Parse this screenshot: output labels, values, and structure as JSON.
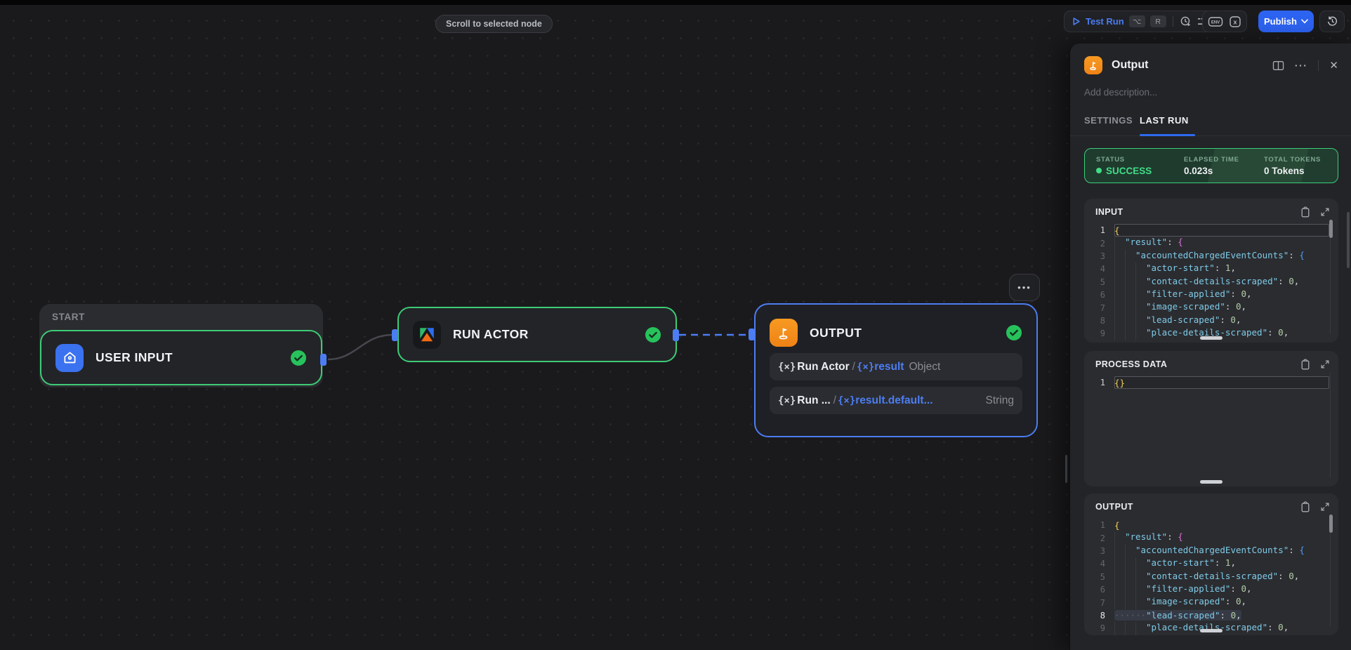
{
  "toast": {
    "label": "Scroll to selected node"
  },
  "toolbar": {
    "test_run_label": "Test Run",
    "shortcut_option": "⌥",
    "shortcut_key": "R",
    "env_label": "ENV",
    "var_label": "x",
    "publish_label": "Publish"
  },
  "canvas": {
    "start_label": "START",
    "user_input_title": "USER INPUT",
    "run_actor_title": "RUN ACTOR",
    "output_title": "OUTPUT",
    "node_menu_dots": "•••",
    "output_mappings": [
      {
        "badge": "{×}",
        "source": "Run Actor",
        "slash": "/",
        "ref_badge": "{×}",
        "ref": "result",
        "type": "Object",
        "type_right": false
      },
      {
        "badge": "{×}",
        "source": "Run ...",
        "slash": "/",
        "ref_badge": "{×}",
        "ref": "result.default...",
        "type": "String",
        "type_right": true
      }
    ]
  },
  "panel": {
    "title": "Output",
    "menu_dots": "···",
    "close_glyph": "✕",
    "description_placeholder": "Add description...",
    "tab_settings": "SETTINGS",
    "tab_last_run": "LAST RUN",
    "status_label": "STATUS",
    "status_value": "SUCCESS",
    "elapsed_label": "ELAPSED TIME",
    "elapsed_value": "0.023s",
    "tokens_label": "TOTAL TOKENS",
    "tokens_value": "0 Tokens"
  },
  "code_blocks": [
    {
      "title": "INPUT",
      "lines": [
        {
          "n": 1,
          "indent": 0,
          "active": true,
          "tokens": [
            [
              "{",
              "b1"
            ]
          ]
        },
        {
          "n": 2,
          "indent": 1,
          "tokens": [
            [
              "\"result\"",
              "k"
            ],
            [
              ": ",
              "p"
            ],
            [
              "{",
              "b2"
            ]
          ]
        },
        {
          "n": 3,
          "indent": 2,
          "tokens": [
            [
              "\"accountedChargedEventCounts\"",
              "k"
            ],
            [
              ": ",
              "p"
            ],
            [
              "{",
              "b3"
            ]
          ]
        },
        {
          "n": 4,
          "indent": 3,
          "tokens": [
            [
              "\"actor-start\"",
              "k"
            ],
            [
              ": ",
              "p"
            ],
            [
              "1",
              "n"
            ],
            [
              ",",
              "p"
            ]
          ]
        },
        {
          "n": 5,
          "indent": 3,
          "tokens": [
            [
              "\"contact-details-scraped\"",
              "k"
            ],
            [
              ": ",
              "p"
            ],
            [
              "0",
              "n"
            ],
            [
              ",",
              "p"
            ]
          ]
        },
        {
          "n": 6,
          "indent": 3,
          "tokens": [
            [
              "\"filter-applied\"",
              "k"
            ],
            [
              ": ",
              "p"
            ],
            [
              "0",
              "n"
            ],
            [
              ",",
              "p"
            ]
          ]
        },
        {
          "n": 7,
          "indent": 3,
          "tokens": [
            [
              "\"image-scraped\"",
              "k"
            ],
            [
              ": ",
              "p"
            ],
            [
              "0",
              "n"
            ],
            [
              ",",
              "p"
            ]
          ]
        },
        {
          "n": 8,
          "indent": 3,
          "tokens": [
            [
              "\"lead-scraped\"",
              "k"
            ],
            [
              ": ",
              "p"
            ],
            [
              "0",
              "n"
            ],
            [
              ",",
              "p"
            ]
          ]
        },
        {
          "n": 9,
          "indent": 3,
          "tokens": [
            [
              "\"place-details-scraped\"",
              "k"
            ],
            [
              ": ",
              "p"
            ],
            [
              "0",
              "n"
            ],
            [
              ",",
              "p"
            ]
          ]
        }
      ]
    },
    {
      "title": "PROCESS DATA",
      "lines": [
        {
          "n": 1,
          "indent": 0,
          "active": true,
          "tokens": [
            [
              "{}",
              "b1"
            ]
          ]
        }
      ]
    },
    {
      "title": "OUTPUT",
      "lines": [
        {
          "n": 1,
          "indent": 0,
          "tokens": [
            [
              "{",
              "b1"
            ]
          ]
        },
        {
          "n": 2,
          "indent": 1,
          "tokens": [
            [
              "\"result\"",
              "k"
            ],
            [
              ": ",
              "p"
            ],
            [
              "{",
              "b2"
            ]
          ]
        },
        {
          "n": 3,
          "indent": 2,
          "tokens": [
            [
              "\"accountedChargedEventCounts\"",
              "k"
            ],
            [
              ": ",
              "p"
            ],
            [
              "{",
              "b3"
            ]
          ]
        },
        {
          "n": 4,
          "indent": 3,
          "tokens": [
            [
              "\"actor-start\"",
              "k"
            ],
            [
              ": ",
              "p"
            ],
            [
              "1",
              "n"
            ],
            [
              ",",
              "p"
            ]
          ]
        },
        {
          "n": 5,
          "indent": 3,
          "tokens": [
            [
              "\"contact-details-scraped\"",
              "k"
            ],
            [
              ": ",
              "p"
            ],
            [
              "0",
              "n"
            ],
            [
              ",",
              "p"
            ]
          ]
        },
        {
          "n": 6,
          "indent": 3,
          "tokens": [
            [
              "\"filter-applied\"",
              "k"
            ],
            [
              ": ",
              "p"
            ],
            [
              "0",
              "n"
            ],
            [
              ",",
              "p"
            ]
          ]
        },
        {
          "n": 7,
          "indent": 3,
          "tokens": [
            [
              "\"image-scraped\"",
              "k"
            ],
            [
              ": ",
              "p"
            ],
            [
              "0",
              "n"
            ],
            [
              ",",
              "p"
            ]
          ]
        },
        {
          "n": 8,
          "indent": 0,
          "selected": true,
          "tokens": [
            [
              "······",
              "ws"
            ],
            [
              "\"lead-scraped\"",
              "k"
            ],
            [
              ": ",
              "p"
            ],
            [
              "0",
              "n"
            ],
            [
              ",",
              "p"
            ]
          ]
        },
        {
          "n": 9,
          "indent": 3,
          "tokens": [
            [
              "\"place-details-scraped\"",
              "k"
            ],
            [
              ": ",
              "p"
            ],
            [
              "0",
              "n"
            ],
            [
              ",",
              "p"
            ]
          ]
        }
      ]
    }
  ]
}
